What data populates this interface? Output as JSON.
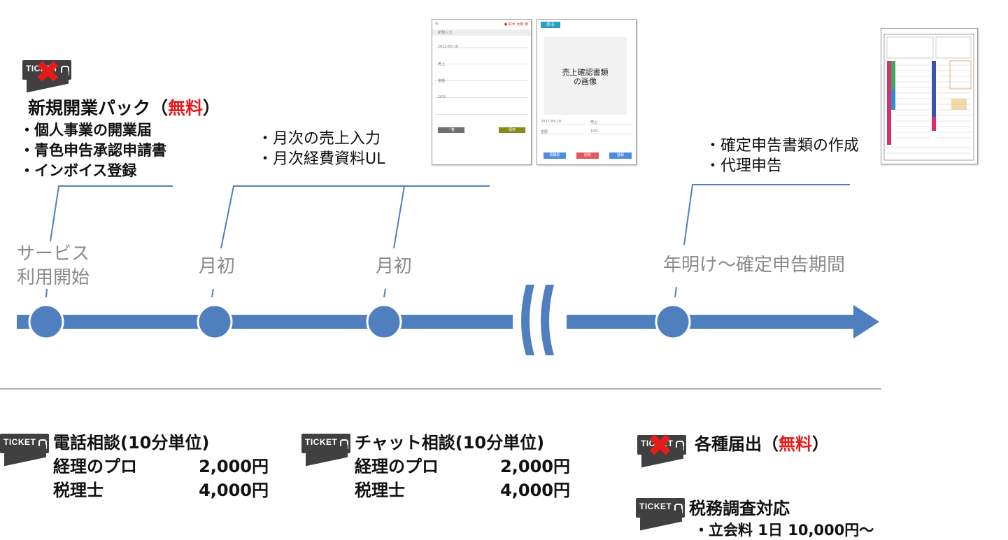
{
  "new_business_pack": {
    "title": "新規開業パック（",
    "free": "無料",
    "title_end": "）",
    "items": [
      "・個人事業の開業届",
      "・青色申告承認申請書",
      "・インボイス登録"
    ]
  },
  "monthly": {
    "items": [
      "・月次の売上入力",
      "・月次経費資料UL"
    ]
  },
  "filing": {
    "items": [
      "・確定申告書類の作成",
      "・代理申告"
    ]
  },
  "timeline": {
    "stages": [
      {
        "label_line1": "サービス",
        "label_line2": "利用開始"
      },
      {
        "label": "月初"
      },
      {
        "label": "月初"
      },
      {
        "label": "年明け～確定申告期間"
      }
    ]
  },
  "app_mock": {
    "back_button": "戻る",
    "image_placeholder_line1": "売上確認書類",
    "image_placeholder_line2": "の画像",
    "date_value": "2022-05-18",
    "type_value": "売上",
    "amount_label": "金額",
    "tax_value": "10%",
    "btn_a": "再撮影",
    "btn_b": "削除",
    "btn_c": "登録",
    "form_title": "新規入力",
    "form_btn_left": "一覧",
    "form_btn_right": "保存"
  },
  "ticket_label": "TICKET",
  "phone_consult": {
    "title": "電話相談(10分単位)",
    "rows": [
      {
        "name": "経理のプロ",
        "price": "2,000円"
      },
      {
        "name": "税理士",
        "price": "4,000円"
      }
    ]
  },
  "chat_consult": {
    "title": "チャット相談(10分単位)",
    "rows": [
      {
        "name": "経理のプロ",
        "price": "2,000円"
      },
      {
        "name": "税理士",
        "price": "4,000円"
      }
    ]
  },
  "notifications": {
    "title": "各種届出（",
    "free": "無料",
    "title_end": "）"
  },
  "tax_audit": {
    "title": "税務調査対応",
    "item": "・立会料 1日 10,000円～"
  },
  "colors": {
    "timeline_blue": "#4f7fbf",
    "free_red": "#e81b1b",
    "ticket_dark": "#404040"
  }
}
